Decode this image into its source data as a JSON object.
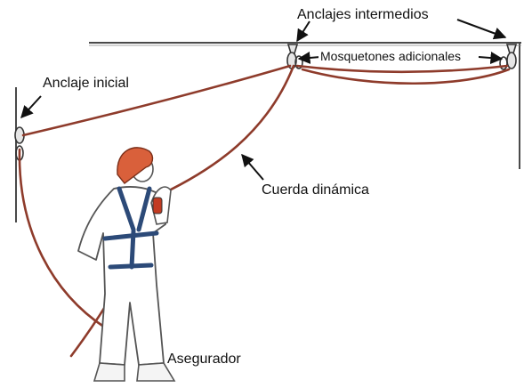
{
  "labels": {
    "anclajes_intermedios": "Anclajes intermedios",
    "anclaje_inicial": "Anclaje inicial",
    "mosquetones_adicionales": "Mosquetones adicionales",
    "cuerda_dinamica": "Cuerda dinámica",
    "asegurador": "Asegurador"
  },
  "colors": {
    "rope": "#8e3b2b",
    "harness": "#2c4a78",
    "helmet": "#d9603b",
    "structure": "#4a4a4a",
    "suit_outline": "#555555"
  }
}
